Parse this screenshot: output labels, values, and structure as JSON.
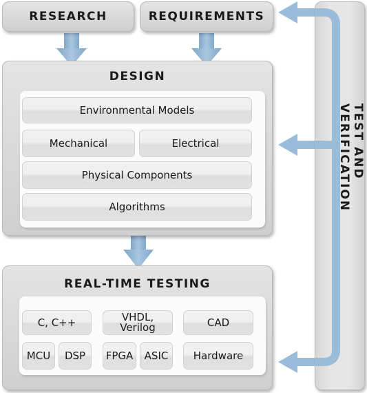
{
  "research": {
    "label": "RESEARCH"
  },
  "requirements": {
    "label": "REQUIREMENTS"
  },
  "design": {
    "title": "DESIGN",
    "items": {
      "environmental_models": "Environmental Models",
      "mechanical": "Mechanical",
      "electrical": "Electrical",
      "physical_components": "Physical Components",
      "algorithms": "Algorithms"
    }
  },
  "real_time_testing": {
    "title": "REAL-TIME TESTING",
    "items": {
      "c_cpp": "C, C++",
      "vhdl": "VHDL,\nVerilog",
      "cad": "CAD",
      "mcu": "MCU",
      "dsp": "DSP",
      "fpga": "FPGA",
      "asic": "ASIC",
      "hardware": "Hardware"
    }
  },
  "test_verification": {
    "label": "TEST AND VERIFICATION"
  },
  "colors": {
    "arrow": "#8fb3d2",
    "box": "#d9d9d9"
  }
}
